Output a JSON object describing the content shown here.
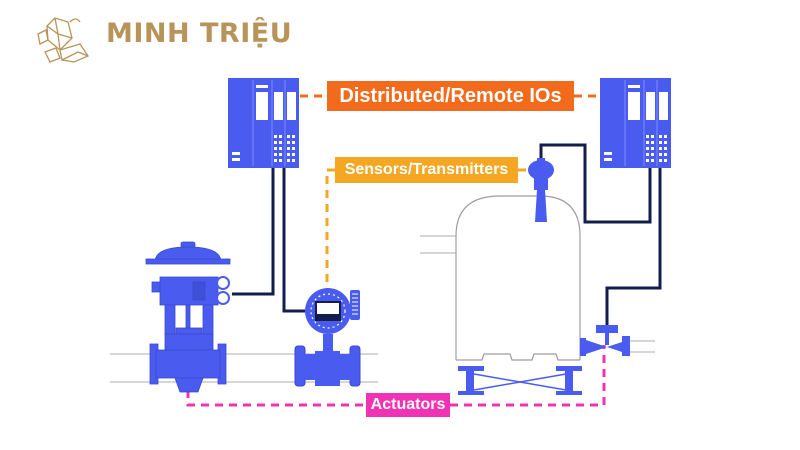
{
  "brand": {
    "name": "MINH TRIỆU",
    "logo_icon": "crystal-icon",
    "color": "#b8945a"
  },
  "labels": {
    "distributed_ios": "Distributed/Remote IOs",
    "sensors_transmitters": "Sensors/Transmitters",
    "actuators": "Actuators"
  },
  "colors": {
    "equipment": "#4a5cf0",
    "wire": "#141e4a",
    "distributed_ios": "#f26a1b",
    "sensors_transmitters": "#f5a623",
    "actuators": "#f032b4",
    "pipe": "#bdbdbd"
  }
}
